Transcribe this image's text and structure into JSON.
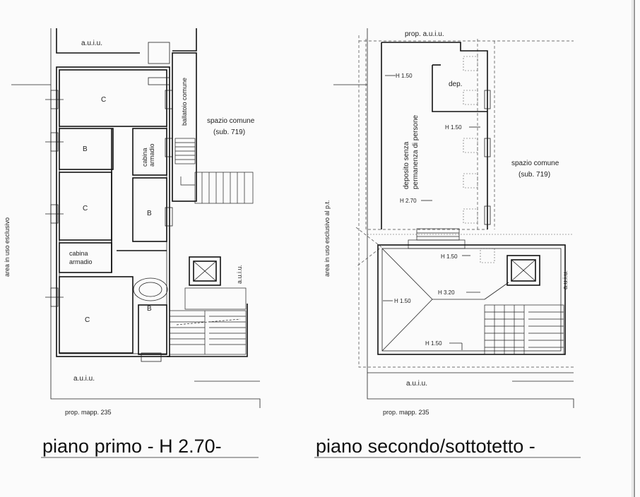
{
  "left_plan": {
    "top_label": "a.u.i.u.",
    "rooms": {
      "c1": "C",
      "b1": "B",
      "c2": "C",
      "b2": "B",
      "c3": "C",
      "b3": "B",
      "cabina1_line1": "cabina",
      "cabina1_line2": "armadio",
      "cabina2_line1": "cabina",
      "cabina2_line2": "armadio"
    },
    "ballatoio": "ballatoio comune",
    "spazio_line1": "spazio comune",
    "spazio_line2": "(sub. 719)",
    "area_side": "area in uso esclusivo",
    "auiu_right": "a.u.i.u.",
    "bottom_auiu": "a.u.i.u.",
    "prop": "prop. mapp. 235",
    "title": "piano primo - H 2.70-"
  },
  "right_plan": {
    "top_label": "prop. a.u.i.u.",
    "h150_a": "H 1.50",
    "dep": "dep.",
    "deposito_line1": "deposito senza",
    "deposito_line2": "permanenza di persone",
    "h150_b": "H 1.50",
    "h270": "H 2.70",
    "spazio_line1": "spazio comune",
    "spazio_line2": "(sub. 719)",
    "area_side": "area in uso esclusivo al p.t.",
    "h150_c": "H 1.50",
    "h320": "H 3.20",
    "h150_d": "H 1.50",
    "h150_e": "H 1.50",
    "auiu_right": "a.u.i.u.",
    "bottom_auiu": "a.u.i.u.",
    "prop": "prop. mapp. 235",
    "title": "piano secondo/sottotetto -"
  }
}
